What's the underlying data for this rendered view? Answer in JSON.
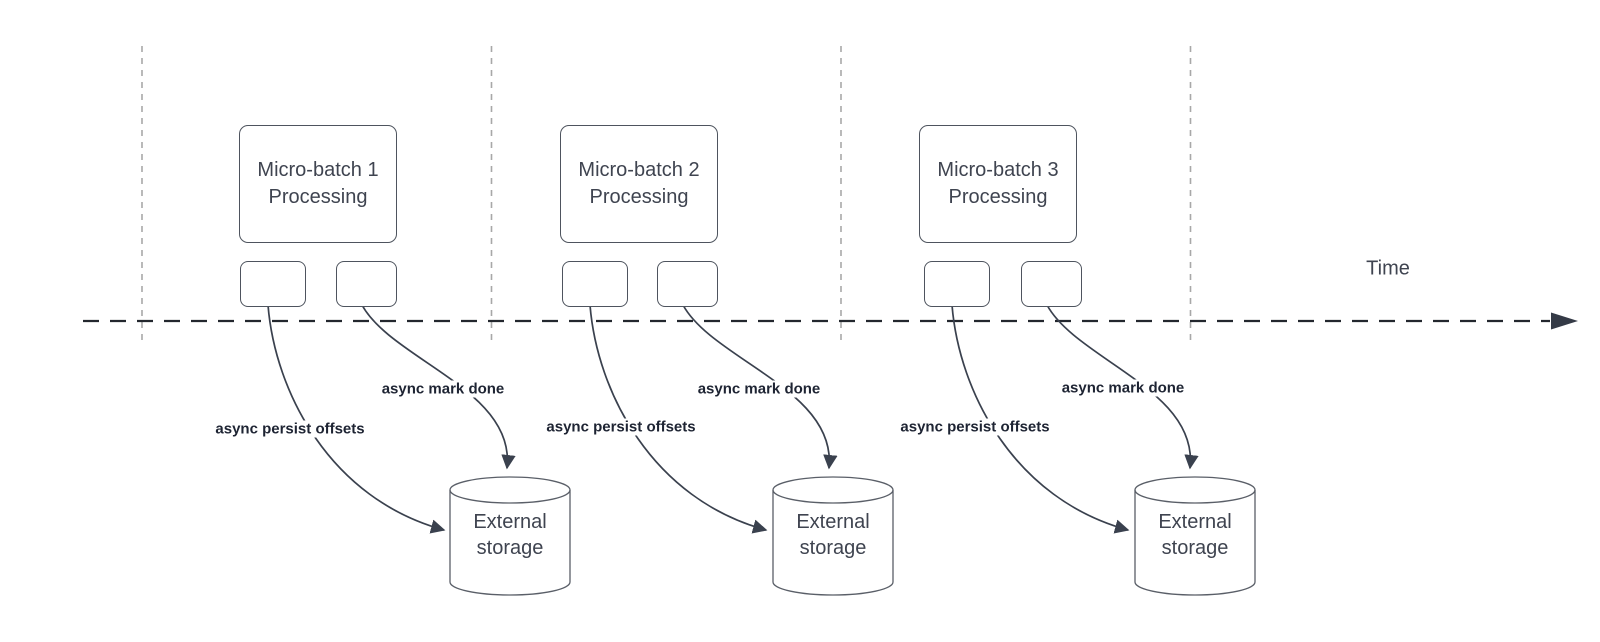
{
  "timeline": {
    "label": "Time"
  },
  "groups": [
    {
      "box_label": "Micro-batch 1\nProcessing",
      "persist_label": "async persist offsets",
      "done_label": "async mark done",
      "storage_label": "External\nstorage"
    },
    {
      "box_label": "Micro-batch 2\nProcessing",
      "persist_label": "async persist offsets",
      "done_label": "async mark done",
      "storage_label": "External\nstorage"
    },
    {
      "box_label": "Micro-batch 3\nProcessing",
      "persist_label": "async persist offsets",
      "done_label": "async mark done",
      "storage_label": "External\nstorage"
    }
  ],
  "colors": {
    "background": "#ffffff",
    "connector_line": "#3a414e",
    "timeline_line": "#23272e",
    "guide_line": "#a8a8a8",
    "shape_border": "#4e545e",
    "shape_text": "#3f4450",
    "edge_label_text": "#1e2433"
  },
  "icons": {
    "timeline_arrowhead": "filled-triangle-right",
    "connector_arrowhead": "filled-triangle"
  }
}
